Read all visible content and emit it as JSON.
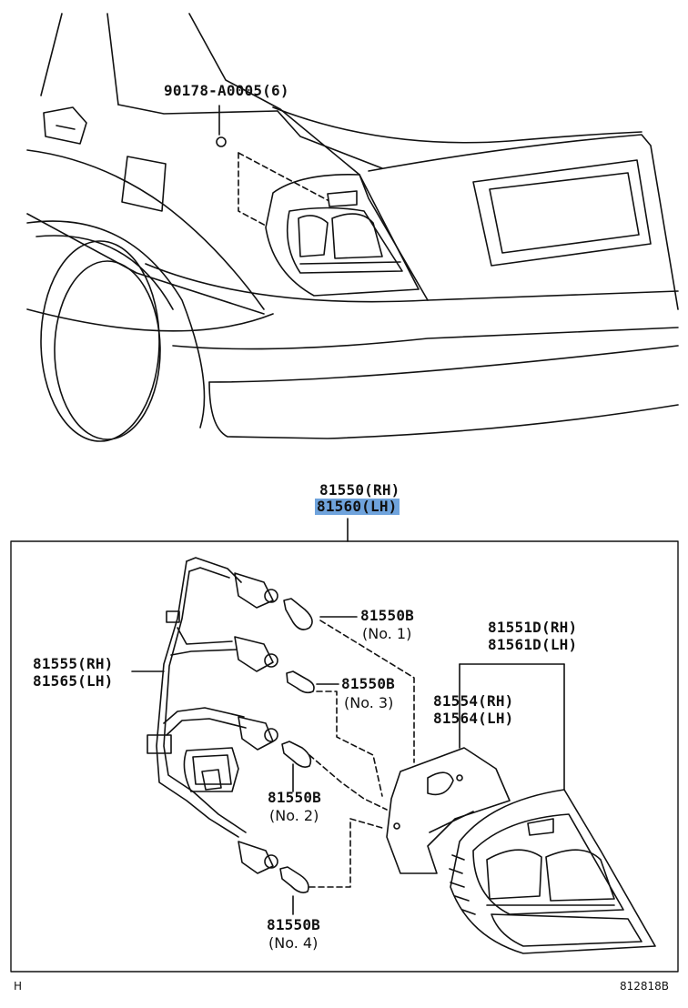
{
  "callouts": {
    "bolt": "90178-A0005(6)",
    "assy_rh": "81550(RH)",
    "assy_lh": "81560(LH)",
    "harness_rh": "81555(RH)",
    "harness_lh": "81565(LH)",
    "lens_rh": "81551D(RH)",
    "lens_lh": "81561D(LH)",
    "gasket_rh": "81554(RH)",
    "gasket_lh": "81564(LH)",
    "bulb1_part": "81550B",
    "bulb1_no": "(No. 1)",
    "bulb3_part": "81550B",
    "bulb3_no": "(No. 3)",
    "bulb2_part": "81550B",
    "bulb2_no": "(No. 2)",
    "bulb4_part": "81550B",
    "bulb4_no": "(No. 4)"
  },
  "footer": {
    "left": "H",
    "right": "812818B"
  },
  "colors": {
    "highlight": "#6fa3dc",
    "line": "#111111"
  }
}
